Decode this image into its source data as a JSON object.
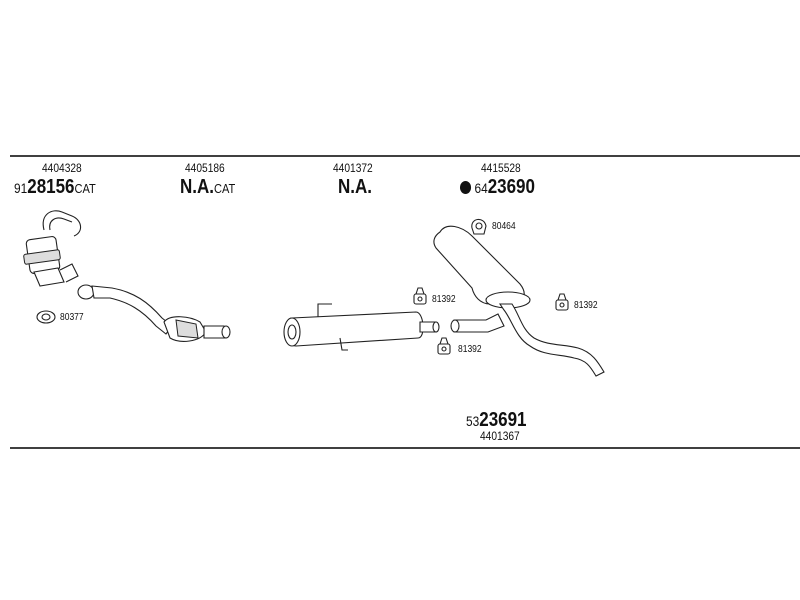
{
  "lines": {
    "top_rule": {
      "color": "#000000"
    },
    "bottom_rule": {
      "color": "#000000"
    }
  },
  "components": [
    {
      "id": "front",
      "part_number": "4404328",
      "prefix": "91",
      "code": "28156",
      "suffix": "CAT"
    },
    {
      "id": "cat2",
      "part_number": "4405186",
      "prefix": "",
      "code": "N.A.",
      "suffix": "CAT"
    },
    {
      "id": "middle",
      "part_number": "4401372",
      "prefix": "",
      "code": "N.A.",
      "suffix": ""
    },
    {
      "id": "rear",
      "part_number": "4415528",
      "prefix": "64",
      "code": "23690",
      "suffix": ""
    }
  ],
  "hardware": {
    "gasket_front": "80377",
    "clamp_top": "80464",
    "hanger_a": "81392",
    "hanger_b": "81392",
    "hanger_c": "81392"
  },
  "bottom_assembly": {
    "prefix": "53",
    "code": "23691",
    "part_number": "4401367"
  }
}
